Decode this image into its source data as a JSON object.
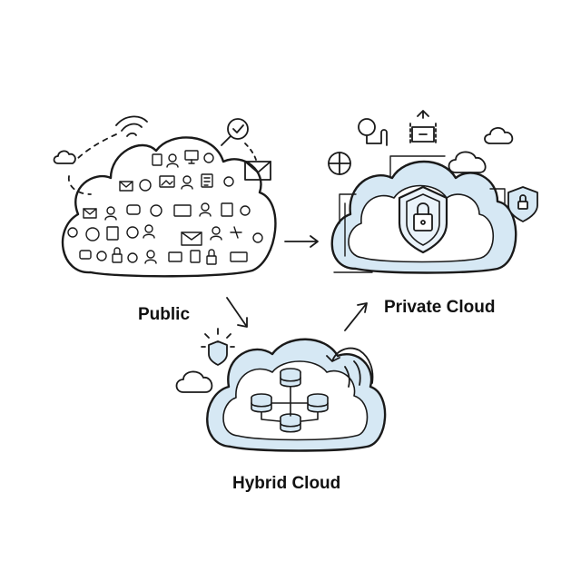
{
  "labels": {
    "public": "Public",
    "private": "Private Cloud",
    "hybrid": "Hybrid Cloud"
  },
  "colors": {
    "ink": "#1a1a1a",
    "cloud_fill": "#d6e8f4",
    "cloud_fill_light": "#eaf3fa",
    "background": "#ffffff"
  },
  "icons": {
    "public_cloud": [
      "mail-icon",
      "user-icon",
      "chat-icon",
      "gear-icon",
      "location-pin-icon",
      "document-icon",
      "image-icon",
      "monitor-icon",
      "lock-icon",
      "heart-icon",
      "search-icon",
      "checklist-icon"
    ],
    "private_cloud": [
      "shield-lock-icon",
      "shield-icon",
      "user-chat-icon",
      "network-icon",
      "pie-chart-icon"
    ],
    "hybrid_cloud": [
      "database-server-icon",
      "shield-icon",
      "sync-arrow-icon"
    ]
  }
}
